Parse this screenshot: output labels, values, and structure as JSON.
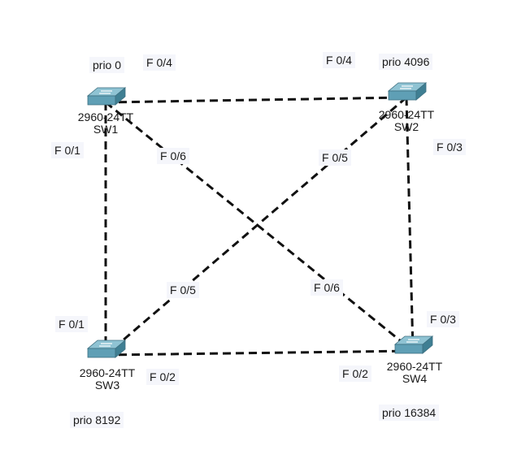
{
  "switches": [
    {
      "id": "sw1",
      "model": "2960-24TT",
      "name": "SW1",
      "priority": "prio 0"
    },
    {
      "id": "sw2",
      "model": "2960-24TT",
      "name": "SW2",
      "priority": "prio 4096"
    },
    {
      "id": "sw3",
      "model": "2960-24TT",
      "name": "SW3",
      "priority": "prio 8192"
    },
    {
      "id": "sw4",
      "model": "2960-24TT",
      "name": "SW4",
      "priority": "prio 16384"
    }
  ],
  "links": [
    {
      "from": "sw1",
      "to": "sw2",
      "from_port": "F 0/4",
      "to_port": "F 0/4"
    },
    {
      "from": "sw1",
      "to": "sw3",
      "from_port": "F 0/1",
      "to_port": "F 0/1"
    },
    {
      "from": "sw1",
      "to": "sw4",
      "from_port": "F 0/6",
      "to_port": "F 0/6"
    },
    {
      "from": "sw2",
      "to": "sw3",
      "from_port": "F 0/5",
      "to_port": "F 0/5"
    },
    {
      "from": "sw2",
      "to": "sw4",
      "from_port": "F 0/3",
      "to_port": "F 0/3"
    },
    {
      "from": "sw3",
      "to": "sw4",
      "from_port": "F 0/2",
      "to_port": "F 0/2"
    }
  ],
  "colors": {
    "link": "#111111",
    "switch_top": "#8fc3d3",
    "switch_front": "#5f9fb5",
    "switch_side": "#3f7f93",
    "label_bg": "#f5f6fb"
  }
}
